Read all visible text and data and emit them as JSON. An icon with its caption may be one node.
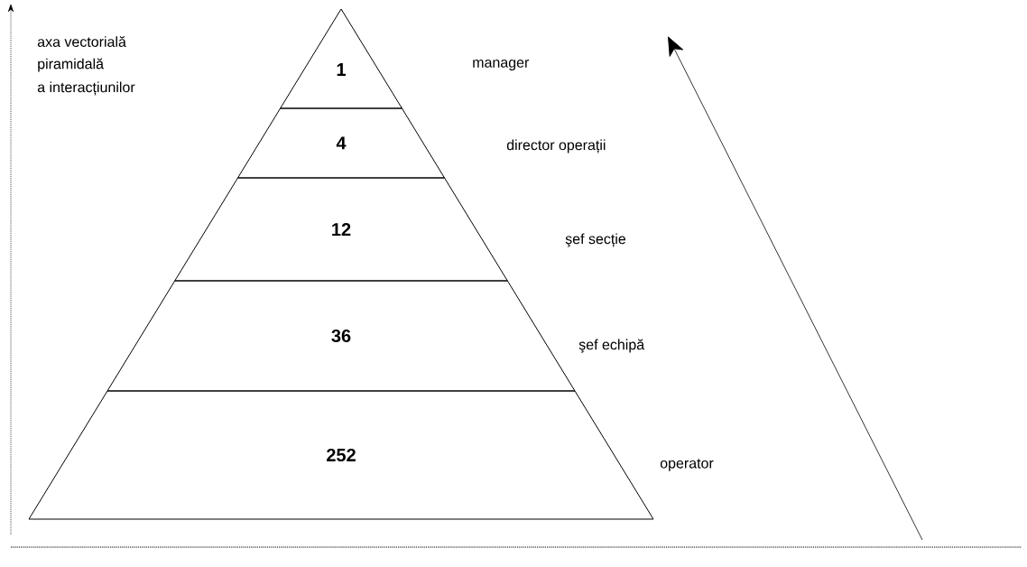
{
  "diagram": {
    "nodes": [
      {
        "text": [
          "1"
        ]
      },
      {
        "text": [
          "4"
        ]
      },
      {
        "text": [
          "12"
        ]
      },
      {
        "text": [
          "36"
        ]
      },
      {
        "text": [
          "252"
        ]
      }
    ],
    "labels": [
      "axa vectorială",
      "piramidală",
      "a interacțiunilor",
      "manager",
      "director operații",
      "şef secție",
      "şef echipă",
      "operator"
    ]
  }
}
